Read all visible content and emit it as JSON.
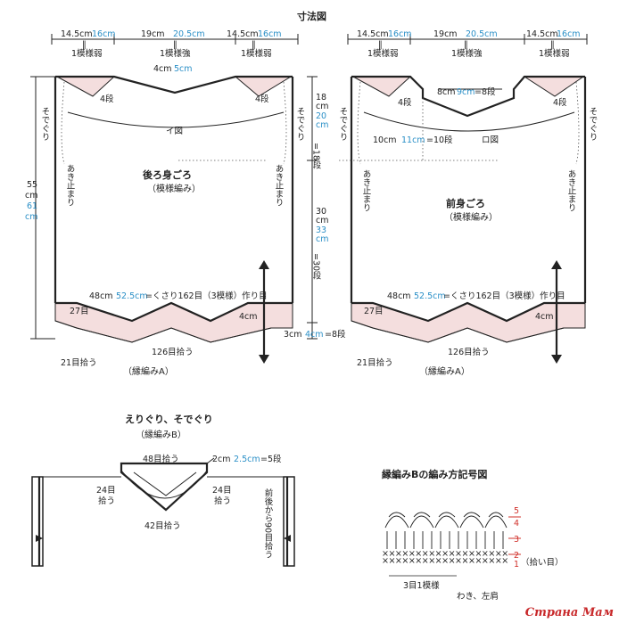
{
  "title": "寸法図",
  "top_dims": {
    "side_cm": "14.5cm",
    "side_cm_large": "16cm",
    "side_unit": "1模様弱",
    "center_cm": "19cm",
    "center_cm_large": "20.5cm",
    "center_unit": "1模様強",
    "equal": "‖"
  },
  "back": {
    "title": "後ろ身ごろ",
    "subtitle": "（模様編み）",
    "neck_cm": "4cm",
    "neck_cm_large": "5cm",
    "rows_left": "4段",
    "rows_right": "4段",
    "ref": "イ図",
    "opening_left": "あき止まり",
    "opening_right": "あき止まり",
    "cuff_left": "そでぐり",
    "cuff_right": "そでぐり",
    "height_cm": "55",
    "height_unit": "cm",
    "height_cm_large": "61",
    "height_unit_large": "cm",
    "bottom_label": "48cm",
    "bottom_label_large": "52.5cm",
    "bottom_label_rest": "=くさり162目（3模様）作り目",
    "rows_27": "27目",
    "pick_126": "126目拾う",
    "pick_21": "21目拾う",
    "edge_a": "（縁編みA）",
    "edge_4cm": "4cm"
  },
  "middle": {
    "top_cm": "18",
    "top_unit": "cm",
    "top_cm_large": "20",
    "top_unit_large": "cm",
    "top_rows": "=18段",
    "body_cm": "30",
    "body_unit": "cm",
    "body_cm_large": "33",
    "body_unit_large": "cm",
    "body_rows": "=30段",
    "hem_cm": "3cm",
    "hem_cm_large": "4cm",
    "hem_rows": "=8段"
  },
  "front": {
    "title": "前身ごろ",
    "subtitle": "（模様編み）",
    "neck_cm": "8cm",
    "neck_cm_large": "9cm",
    "neck_rows": "=8段",
    "rows_left": "4段",
    "rows_right": "4段",
    "ref": "ロ図",
    "depth_cm": "10cm",
    "depth_cm_large": "11cm",
    "depth_rows": "=10段",
    "opening_left": "あき止まり",
    "opening_right": "あき止まり",
    "cuff_left": "そでぐり",
    "cuff_right": "そでぐり",
    "bottom_label": "48cm",
    "bottom_label_large": "52.5cm",
    "bottom_label_rest": "=くさり162目（3模様）作り目",
    "rows_27": "27目",
    "pick_126": "126目拾う",
    "pick_21": "21目拾う",
    "edge_a": "（縁編みA）",
    "edge_4cm": "4cm"
  },
  "collar": {
    "title": "えりぐり、そでぐり",
    "subtitle": "（縁編みB）",
    "pick_48": "48目拾う",
    "pick_24_left": "24目",
    "pick_24_left_2": "拾う",
    "pick_24_right": "24目",
    "pick_24_right_2": "拾う",
    "pick_42": "42目拾う",
    "band_cm": "2cm",
    "band_cm_large": "2.5cm",
    "band_rows": "=5段",
    "armhole": "前後から90目拾う"
  },
  "chart": {
    "title": "縁編みBの編み方記号図",
    "row5": "5",
    "row4": "4",
    "row3": "3",
    "row2": "2",
    "row1": "1",
    "pick_note": "（拾い目）",
    "repeat": "3目1模様",
    "start": "わき、左肩"
  },
  "watermark": "Страна Мам"
}
